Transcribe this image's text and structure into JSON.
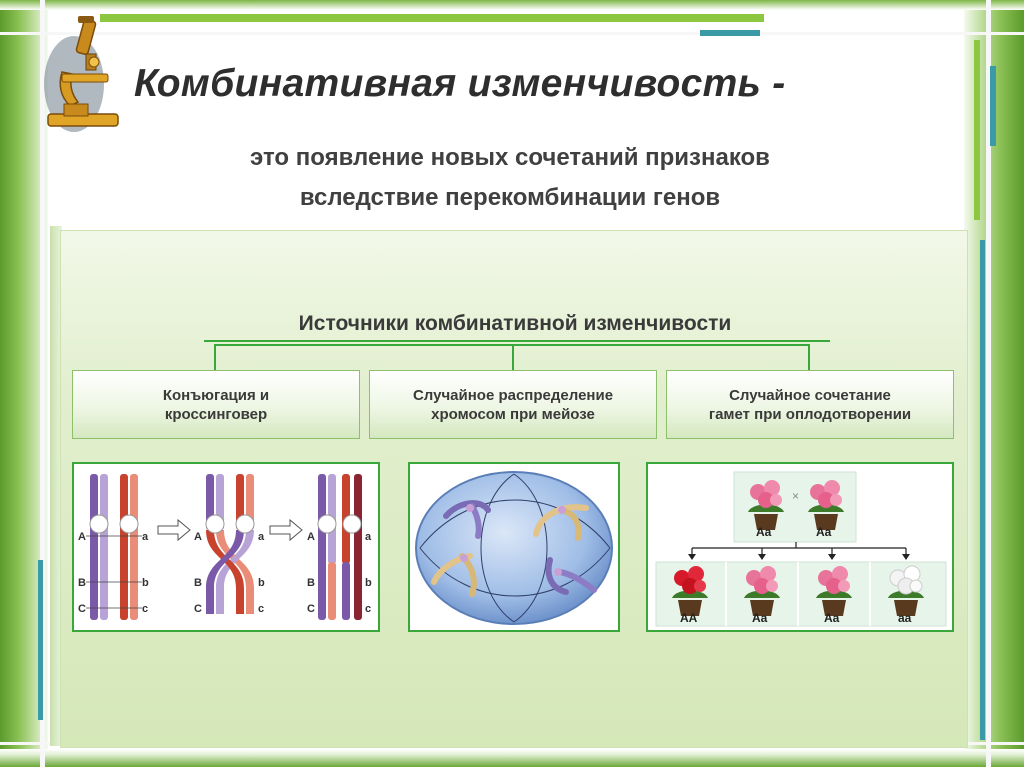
{
  "slide": {
    "title": "Комбинативная изменчивость -",
    "subtitle_line1": "это появление новых сочетаний признаков",
    "subtitle_line2": "вследствие перекомбинации генов"
  },
  "diagram": {
    "heading": "Источники комбинативной изменчивости",
    "sources": [
      {
        "line1": "Конъюгация и",
        "line2": "кроссинговер"
      },
      {
        "line1": "Случайное распределение",
        "line2": "хромосом при мейозе"
      },
      {
        "line1": "Случайное сочетание",
        "line2": "гамет при оплодотворении"
      }
    ],
    "chromosome_labels": {
      "A": "A",
      "B": "B",
      "C": "C",
      "a": "a",
      "b": "b",
      "c": "c"
    },
    "cross_symbol": "×",
    "parents": [
      "Aa",
      "Aa"
    ],
    "offspring": [
      "AA",
      "Aa",
      "Aa",
      "aa"
    ]
  },
  "colors": {
    "accent_green": "#3aa73a",
    "frame_green": "#8cc156",
    "chromosome_purple": "#7a5aa8",
    "chromosome_red": "#c8432e",
    "cell_blue": "#9fbde6"
  }
}
